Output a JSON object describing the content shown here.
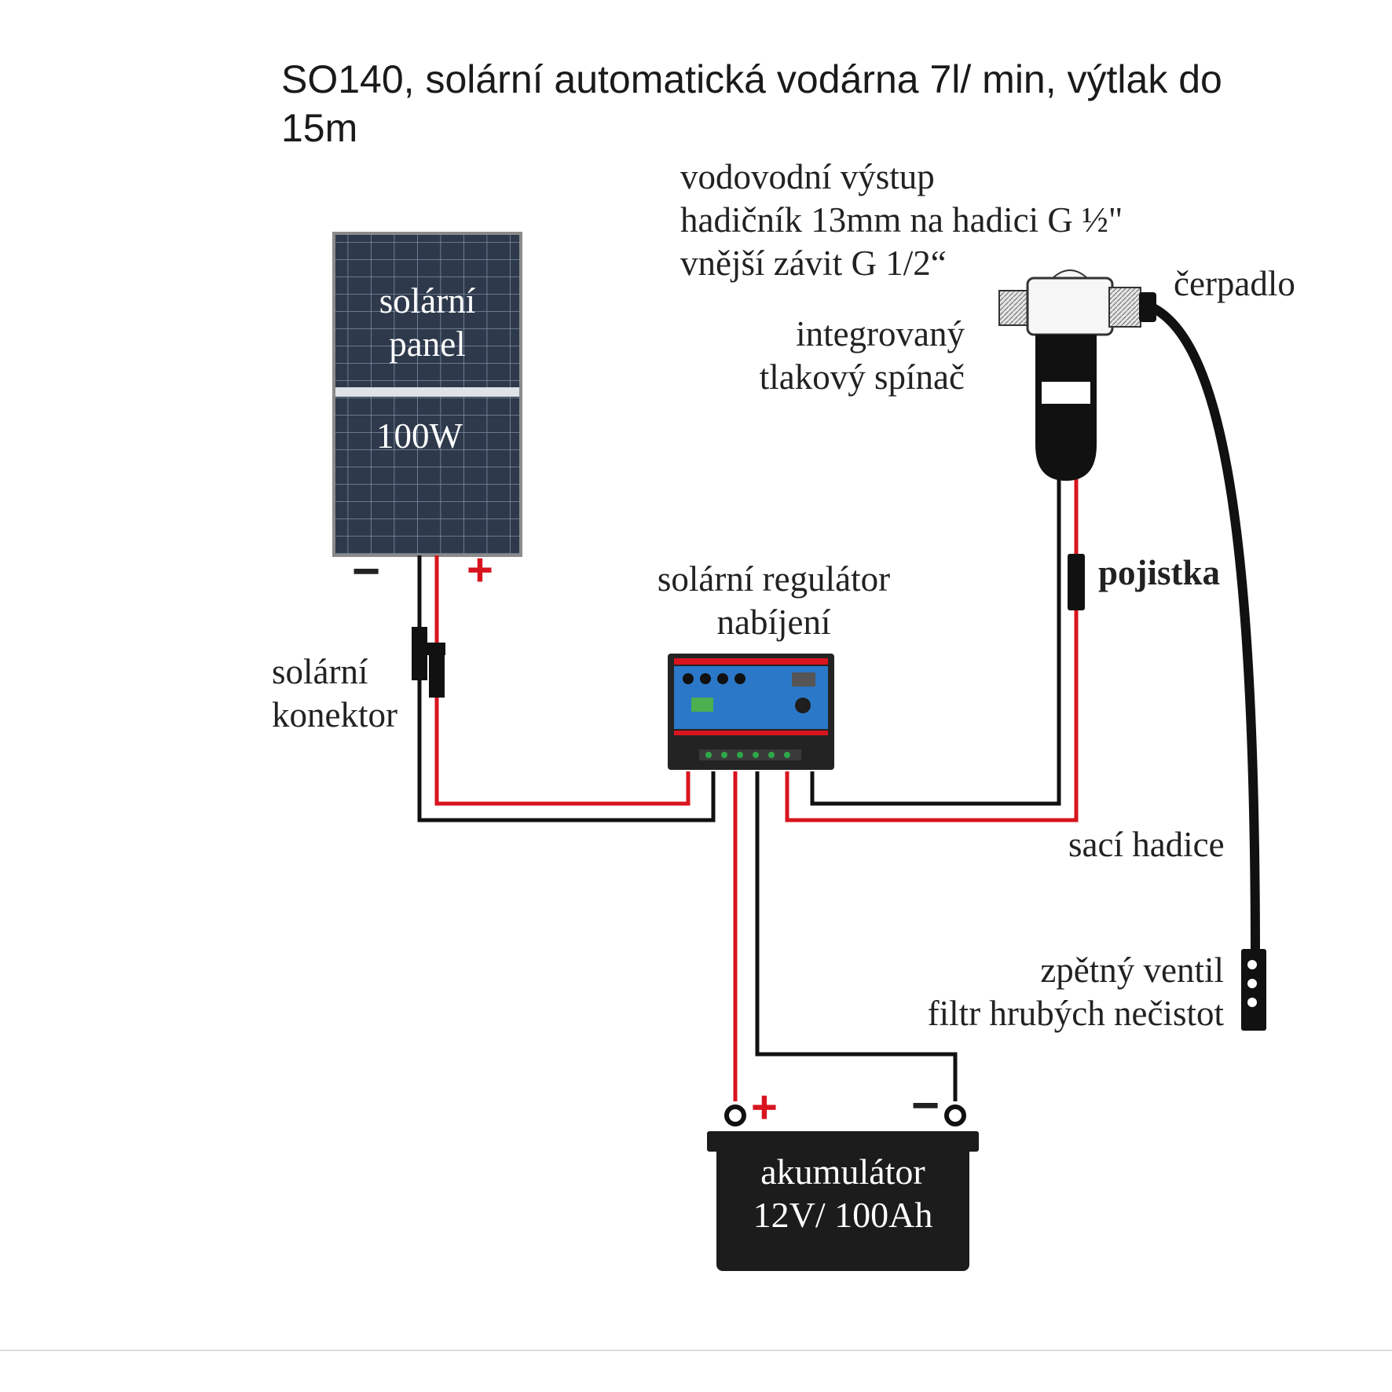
{
  "title": "SO140, solární automatická vodárna 7l/ min, výtlak do 15m",
  "labels": {
    "panel": [
      "solární",
      "panel"
    ],
    "panel_power": "100W",
    "panel_minus": "−",
    "panel_plus": "+",
    "connector": [
      "solární",
      "konektor"
    ],
    "regulator": [
      "solární regulátor",
      "nabíjení"
    ],
    "water_outlet": [
      "vodovodní výstup",
      "hadičník 13mm na hadici G ½\"",
      "vnější závit G 1/2“"
    ],
    "pressure_switch": [
      "integrovaný",
      "tlakový spínač"
    ],
    "pump": "čerpadlo",
    "fuse": "pojistka",
    "suction_hose": "sací hadice",
    "check_valve": [
      "zpětný ventil",
      "filtr hrubých nečistot"
    ],
    "battery": [
      "akumulátor",
      "12V/ 100Ah"
    ],
    "battery_plus": "+",
    "battery_minus": "−"
  },
  "colors": {
    "wire_positive": "#d8141e",
    "wire_negative": "#111111",
    "panel_cell": "#2c3848",
    "regulator_face": "#2b78c8",
    "battery": "#1c1c1c"
  }
}
